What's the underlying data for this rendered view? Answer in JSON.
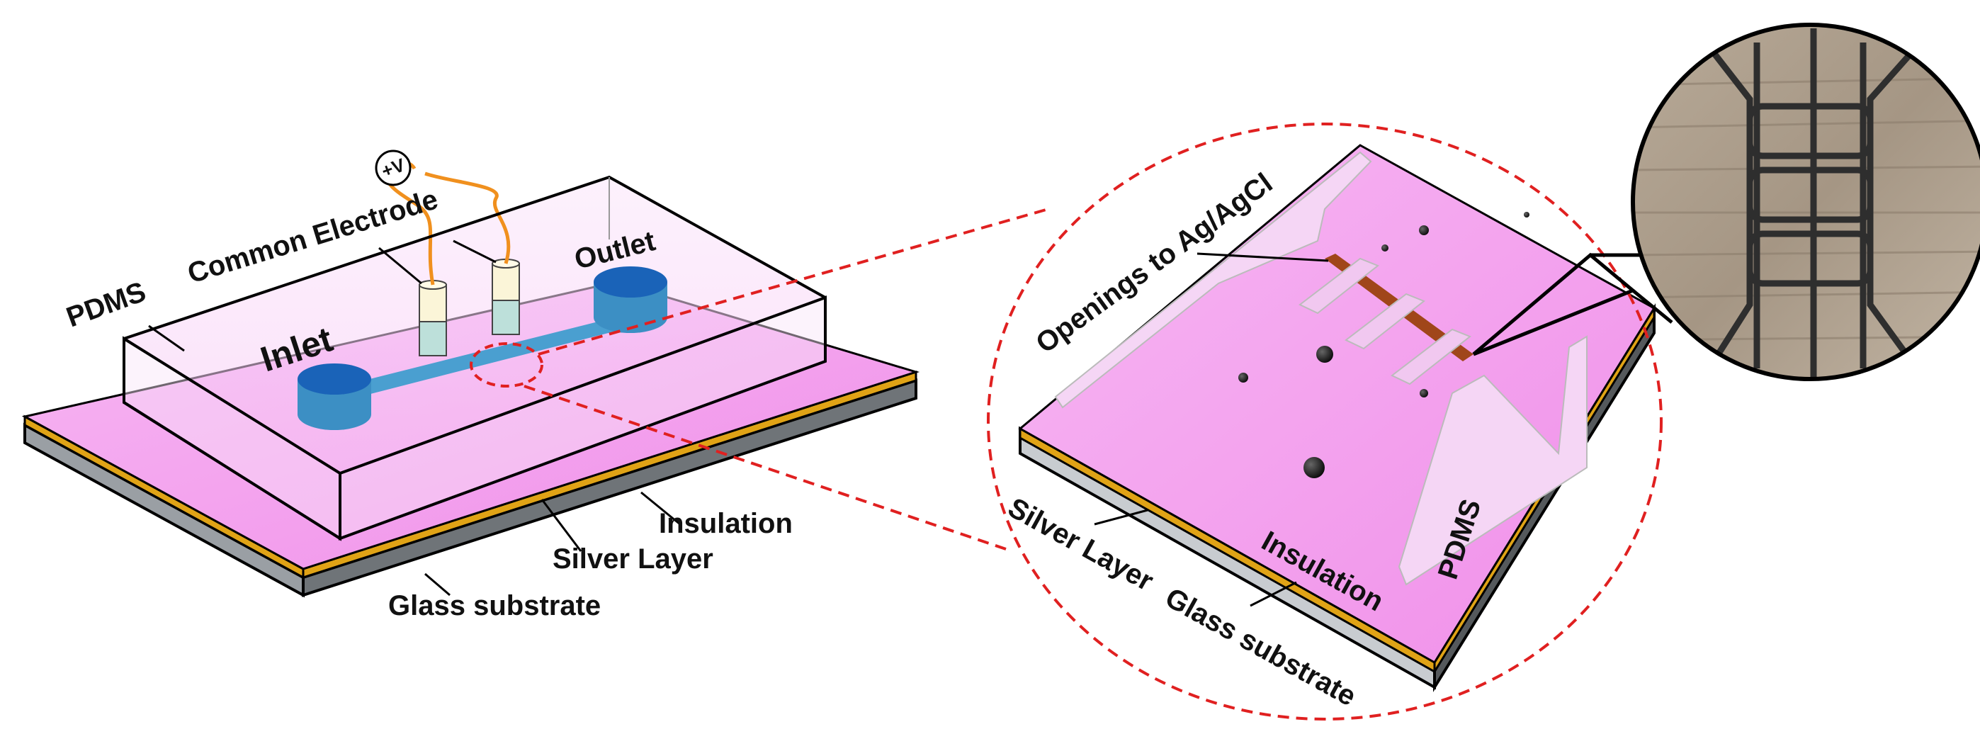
{
  "left_device": {
    "voltage_symbol": "+V",
    "labels": {
      "common_electrode": "Common Electrode",
      "pdms": "PDMS",
      "inlet": "Inlet",
      "outlet": "Outlet",
      "insulation": "Insulation",
      "silver_layer": "Silver Layer",
      "glass_substrate": "Glass substrate"
    }
  },
  "zoom_view": {
    "labels": {
      "openings": "Openings to Ag/AgCl",
      "silver_layer": "Silver Layer",
      "glass_substrate": "Glass substrate",
      "insulation": "Insulation",
      "pdms": "PDMS"
    }
  },
  "colors": {
    "insulation_pink": "#f4a6f0",
    "silver_gold": "#e0a316",
    "glass_grey": "#8a8f94",
    "pdms_box": "#f7d8f8",
    "fluid_blue": "#4a9fd0",
    "wire_orange": "#f0901e",
    "zoom_dash_red": "#e02020",
    "opening_brown": "#a0461a"
  }
}
